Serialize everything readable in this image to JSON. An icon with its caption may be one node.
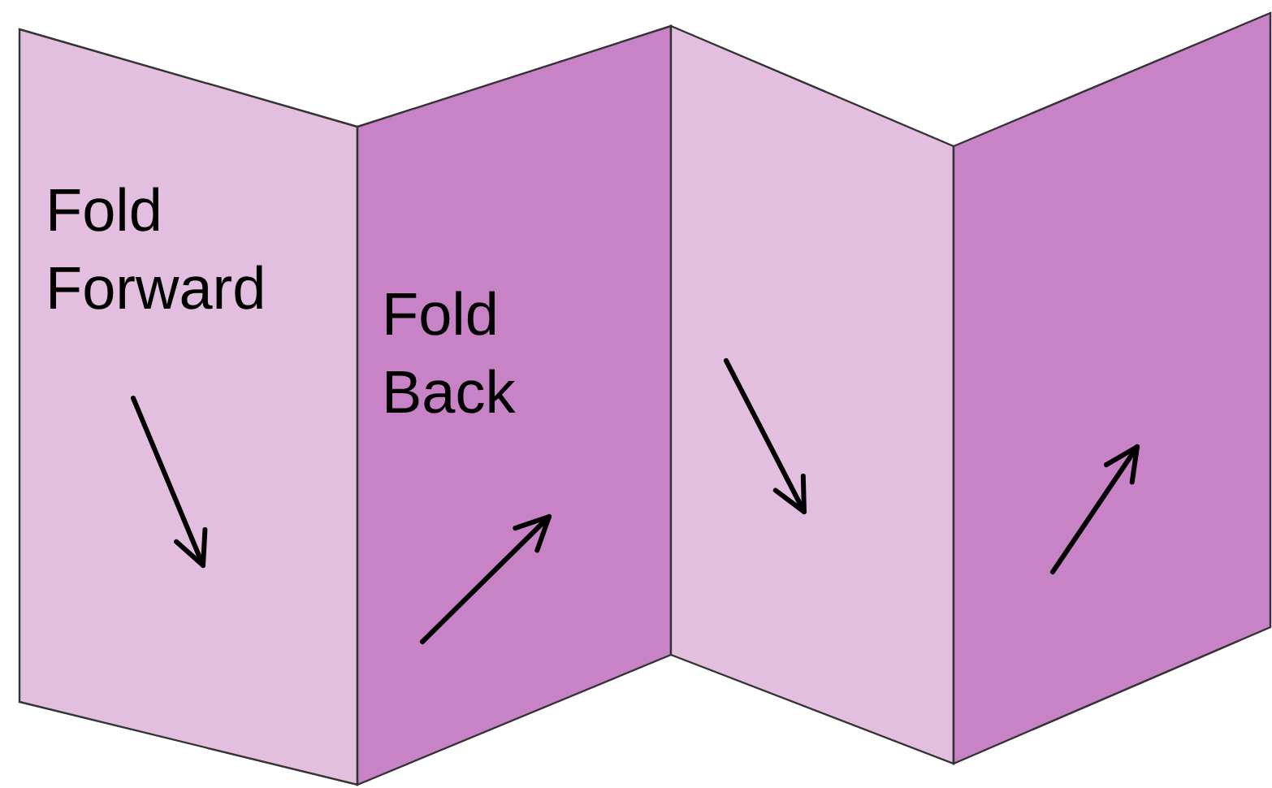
{
  "diagram": {
    "nodes": [
      {
        "text": [
          "Fold Forward"
        ]
      },
      {
        "text": [
          "Fold Back"
        ]
      },
      {
        "text": [],
        "shape": "box"
      },
      {
        "text": [],
        "shape": "box"
      }
    ]
  }
}
